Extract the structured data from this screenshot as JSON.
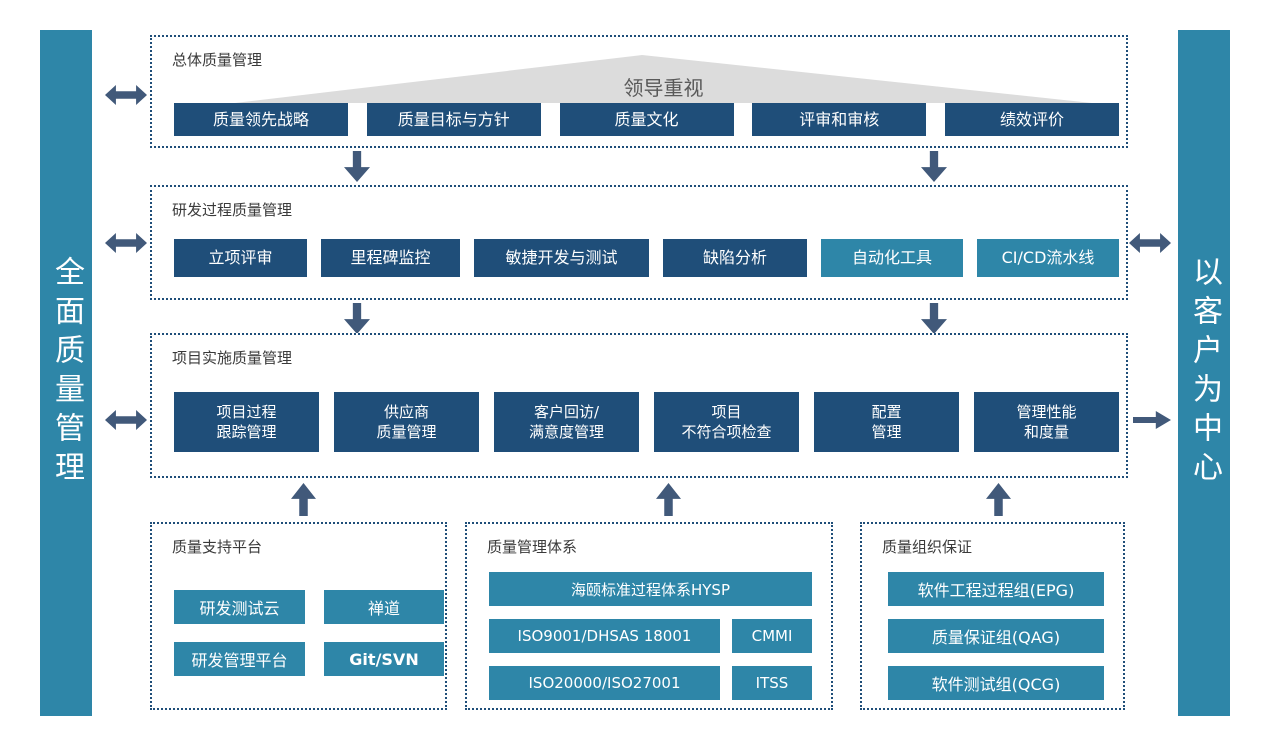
{
  "bars": {
    "left_label": "全面质量管理",
    "right_label": "以客户为中心"
  },
  "colors": {
    "navy": "#1F4E79",
    "teal": "#2E86A8",
    "arrow": "#41597A",
    "border_dots": "#1F4E79",
    "triangle_gray": "#DCDCDC",
    "banner_text": "#595959"
  },
  "icons": {
    "down_arrow": "block down arrow",
    "up_arrow": "block up arrow",
    "left_right_arrow": "double-headed horizontal arrow",
    "right_arrow": "block right arrow"
  },
  "sections": {
    "overall": {
      "title": "总体质量管理",
      "banner": "领导重视",
      "items": [
        "质量领先战略",
        "质量目标与方针",
        "质量文化",
        "评审和审核",
        "绩效评价"
      ]
    },
    "rd_process": {
      "title": "研发过程质量管理",
      "items": [
        "立项评审",
        "里程碑监控",
        "敏捷开发与测试",
        "缺陷分析",
        "自动化工具",
        "CI/CD流水线"
      ]
    },
    "implementation": {
      "title": "项目实施质量管理",
      "items": [
        {
          "l1": "项目过程",
          "l2": "跟踪管理"
        },
        {
          "l1": "供应商",
          "l2": "质量管理"
        },
        {
          "l1": "客户回访/",
          "l2": "满意度管理"
        },
        {
          "l1": "项目",
          "l2": "不符合项检查"
        },
        {
          "l1": "配置",
          "l2": "管理"
        },
        {
          "l1": "管理性能",
          "l2": "和度量"
        }
      ]
    },
    "platform": {
      "title": "质量支持平台",
      "items": [
        "研发测试云",
        "禅道",
        "研发管理平台",
        "Git/SVN"
      ]
    },
    "system": {
      "title": "质量管理体系",
      "wide_item": "海颐标准过程体系HYSP",
      "items": [
        "ISO9001/DHSAS 18001",
        "CMMI",
        "ISO20000/ISO27001",
        "ITSS"
      ]
    },
    "organization": {
      "title": "质量组织保证",
      "items": [
        "软件工程过程组(EPG)",
        "质量保证组(QAG)",
        "软件测试组(QCG)"
      ]
    }
  }
}
